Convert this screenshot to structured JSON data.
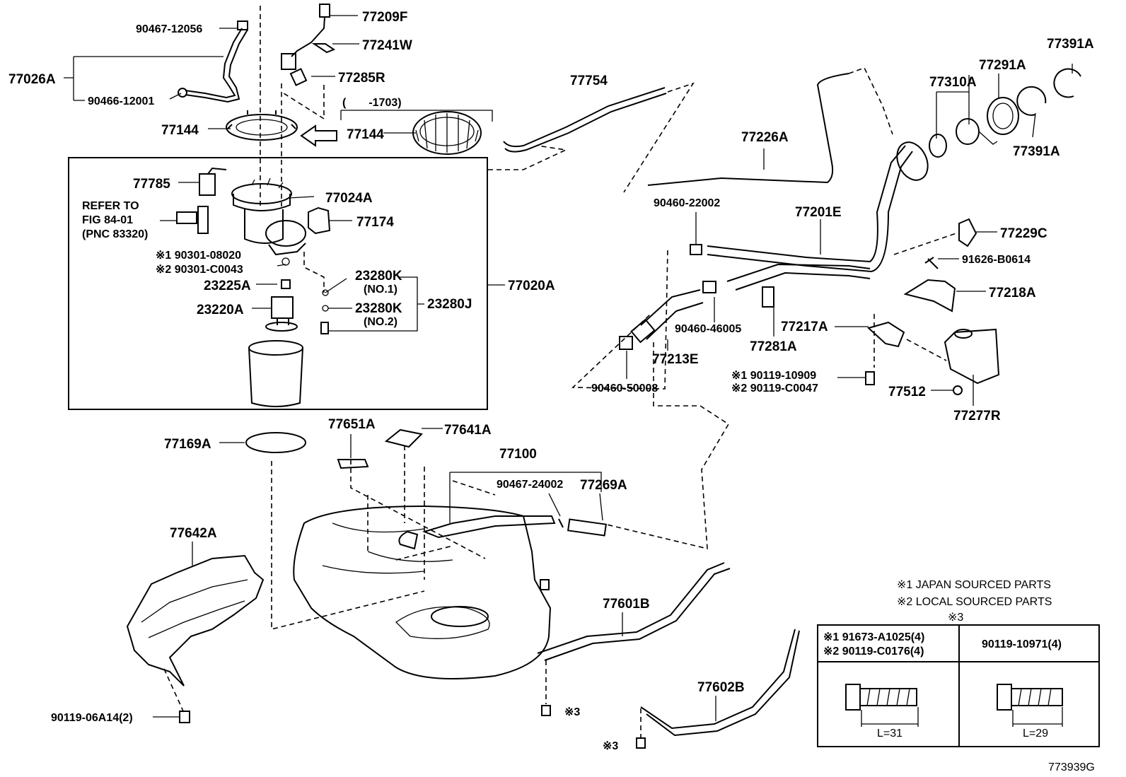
{
  "part_labels": {
    "p77209F": "77209F",
    "p90467_12056": "90467-12056",
    "p77241W": "77241W",
    "p77026A": "77026A",
    "p77285R": "77285R",
    "p90466_12001": "90466-12001",
    "p1703": "(　　-1703)",
    "p77144_a": "77144",
    "p77144_b": "77144",
    "p77754": "77754",
    "p77785": "77785",
    "p77024A": "77024A",
    "refer_1": "REFER TO",
    "refer_2": "FIG 84-01",
    "refer_3": "(PNC 83320)",
    "p77174": "77174",
    "p90301_08020": "※1 90301-08020",
    "p90301_C0043": "※2 90301-C0043",
    "p23280K_1": "23280K",
    "p23280K_1_no": "(NO.1)",
    "p23225A": "23225A",
    "p77020A": "77020A",
    "p23220A": "23220A",
    "p23280K_2": "23280K",
    "p23280K_2_no": "(NO.2)",
    "p23280J": "23280J",
    "p77391A_top": "77391A",
    "p77291A": "77291A",
    "p77310A": "77310A",
    "p77226A": "77226A",
    "p77391A_bot": "77391A",
    "p90460_22002": "90460-22002",
    "p77201E": "77201E",
    "p77229C": "77229C",
    "p91626_B0614": "91626-B0614",
    "p77218A": "77218A",
    "p90460_46005": "90460-46005",
    "p77217A": "77217A",
    "p77213E": "77213E",
    "p77281A": "77281A",
    "p90119_10909": "※1 90119-10909",
    "p90119_C0047": "※2 90119-C0047",
    "p90460_50008": "90460-50008",
    "p77512": "77512",
    "p77277R": "77277R",
    "p77169A": "77169A",
    "p77651A": "77651A",
    "p77641A": "77641A",
    "p77100": "77100",
    "p90467_24002": "90467-24002",
    "p77269A": "77269A",
    "p77642A": "77642A",
    "p77601B": "77601B",
    "p77602B": "77602B",
    "p90119_06A14": "90119-06A14(2)",
    "ref3_a": "※3",
    "ref3_b": "※3"
  },
  "notes": {
    "japan": "※1 JAPAN SOURCED PARTS",
    "local": "※2 LOCAL SOURCED PARTS",
    "ref3": "※3"
  },
  "bolt_table": {
    "left_line1": "※1 91673-A1025(4)",
    "left_line2": "※2 90119-C0176(4)",
    "right_header": "90119-10971(4)",
    "left_length": "L=31",
    "right_length": "L=29"
  },
  "figure_id": "773939G"
}
